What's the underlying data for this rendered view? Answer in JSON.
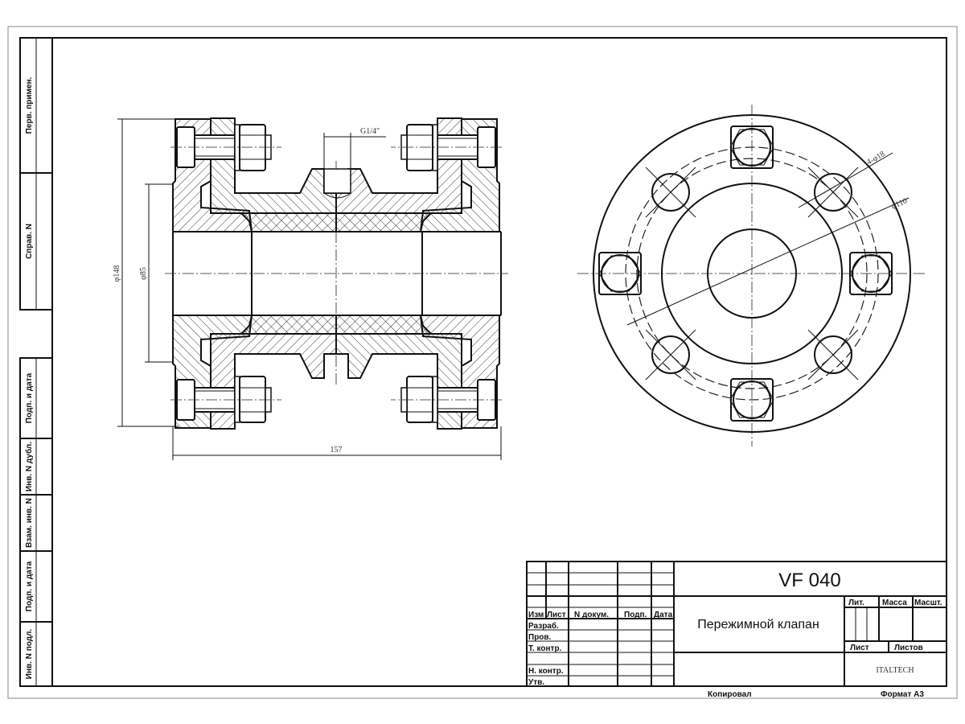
{
  "side_stamp": {
    "first_use": "Перв. примен.",
    "reference_no": "Справ. N",
    "sign_date_1": "Подп. и дата",
    "dup_inv_no": "Инв. N дубл.",
    "repl_inv_no": "Взам. инв. N",
    "sign_date_2": "Подп. и дата",
    "orig_inv_no": "Инв. N подл."
  },
  "dimensions": {
    "overall_diameter": "φ148",
    "bore_diameter": "φ85",
    "length": "157",
    "port_thread": "G1/4\"",
    "bolt_holes": "4-φ18",
    "bolt_circle": "φ110"
  },
  "title_block": {
    "designation": "VF 040",
    "name": "Пережимной клапан",
    "company": "ITALTECH",
    "columns": {
      "change": "Изм",
      "sheet": "Лист",
      "doc_no": "N докум.",
      "signature": "Подп.",
      "date": "Дата"
    },
    "rows": {
      "developed": "Разраб.",
      "checked": "Пров.",
      "tech_control": "Т. контр.",
      "norm_control": "Н. контр.",
      "approved": "Утв."
    },
    "lit": "Лит.",
    "mass": "Масса",
    "scale": "Масшт.",
    "sheet": "Лист",
    "sheets": "Листов",
    "copied": "Копировал",
    "format": "Формат А3"
  }
}
